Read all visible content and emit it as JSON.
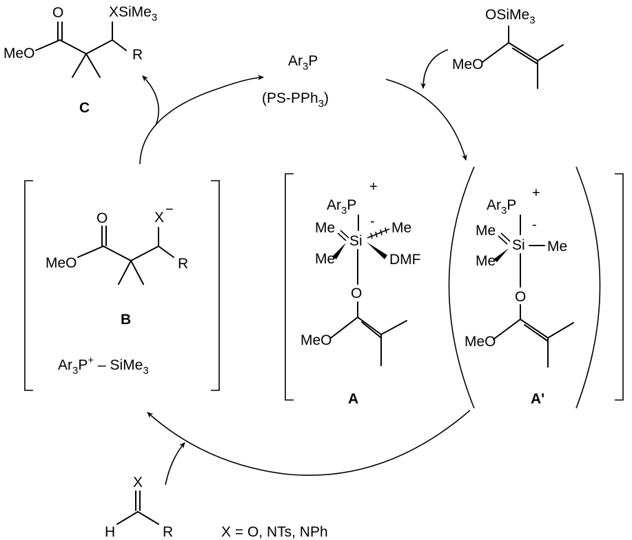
{
  "catalyst": {
    "line1": "Ar3P",
    "line2": "(PS-PPh3)"
  },
  "product_C": {
    "xsilyl": "XSiMe3",
    "o": "O",
    "meo": "MeO",
    "r": "R",
    "label": "C"
  },
  "reagent_enol": {
    "osilyl": "OSiMe3",
    "meo": "MeO"
  },
  "intermediate_B": {
    "xminus": "X",
    "minus": "−",
    "o": "O",
    "meo": "MeO",
    "r": "R",
    "label": "B",
    "cation": "Ar3P+ – SiMe3"
  },
  "intermediate_A": {
    "ar3p": "Ar3P",
    "plus": "+",
    "minus": "-",
    "me_left": "Me",
    "me_right": "Me",
    "si": "Si",
    "me_bottom": "Me",
    "dmf": "DMF",
    "o": "O",
    "meo": "MeO",
    "label": "A"
  },
  "intermediate_A_prime": {
    "ar3p": "Ar3P",
    "plus": "+",
    "minus": "-",
    "me_left": "Me",
    "si": "Si",
    "me_right": "Me",
    "me_bottom": "Me",
    "o": "O",
    "meo": "MeO",
    "label": "A'"
  },
  "substrate": {
    "x": "X",
    "h": "H",
    "r": "R",
    "condition": "X = O, NTs, NPh"
  }
}
